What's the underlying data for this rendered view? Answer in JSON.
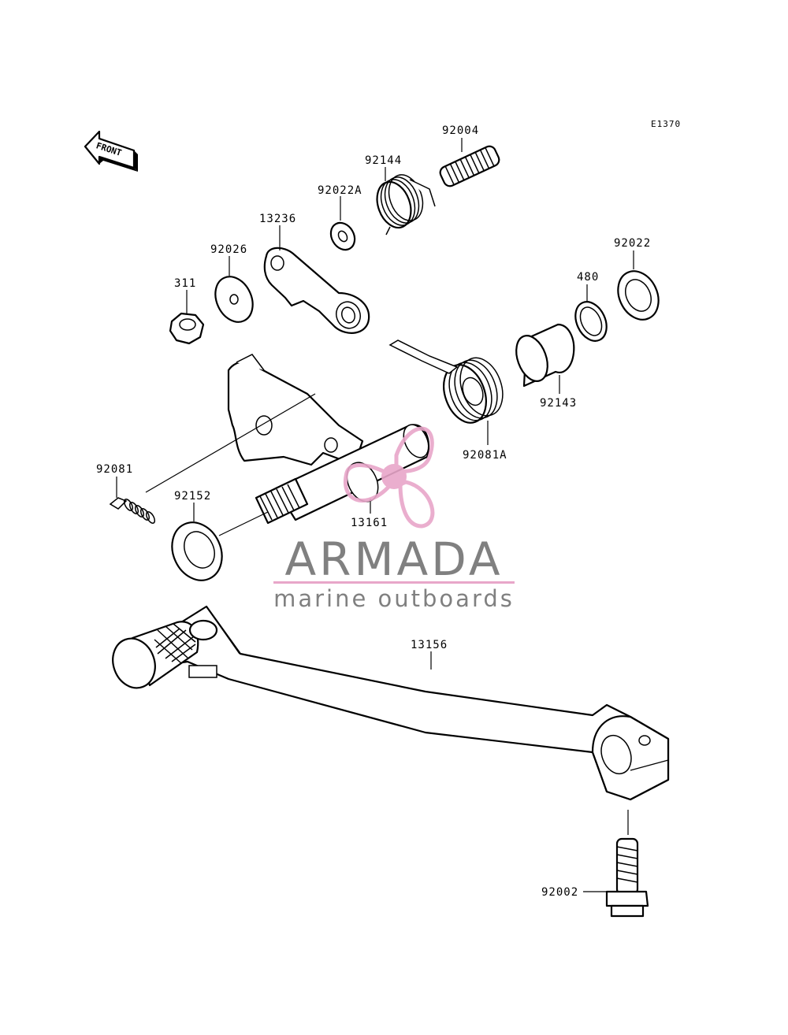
{
  "diagram": {
    "id": "E1370",
    "front_label": "FRONT"
  },
  "parts": {
    "p92004": "92004",
    "p92144": "92144",
    "p92022A": "92022A",
    "p13236": "13236",
    "p92026": "92026",
    "p311": "311",
    "p92022": "92022",
    "p480": "480",
    "p92143": "92143",
    "p92081A": "92081A",
    "p92081": "92081",
    "p92152": "92152",
    "p13161": "13161",
    "p13156": "13156",
    "p92002": "92002"
  },
  "watermark": {
    "brand": "ARMADA",
    "tagline": "marine outboards",
    "accent_color": "#e8a6c9",
    "text_color": "#808080"
  }
}
